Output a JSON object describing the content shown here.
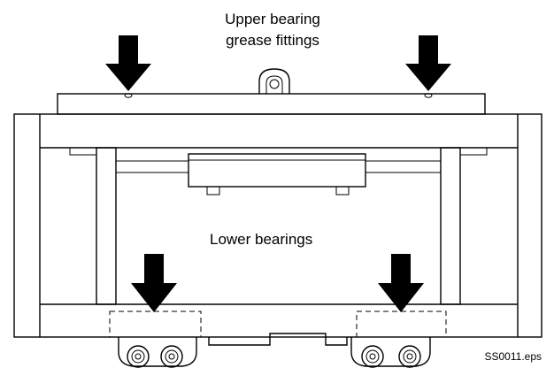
{
  "labels": {
    "upper_line1": "Upper bearing",
    "upper_line2": "grease fittings",
    "lower": "Lower bearings",
    "file_id": "SS0011.eps"
  }
}
